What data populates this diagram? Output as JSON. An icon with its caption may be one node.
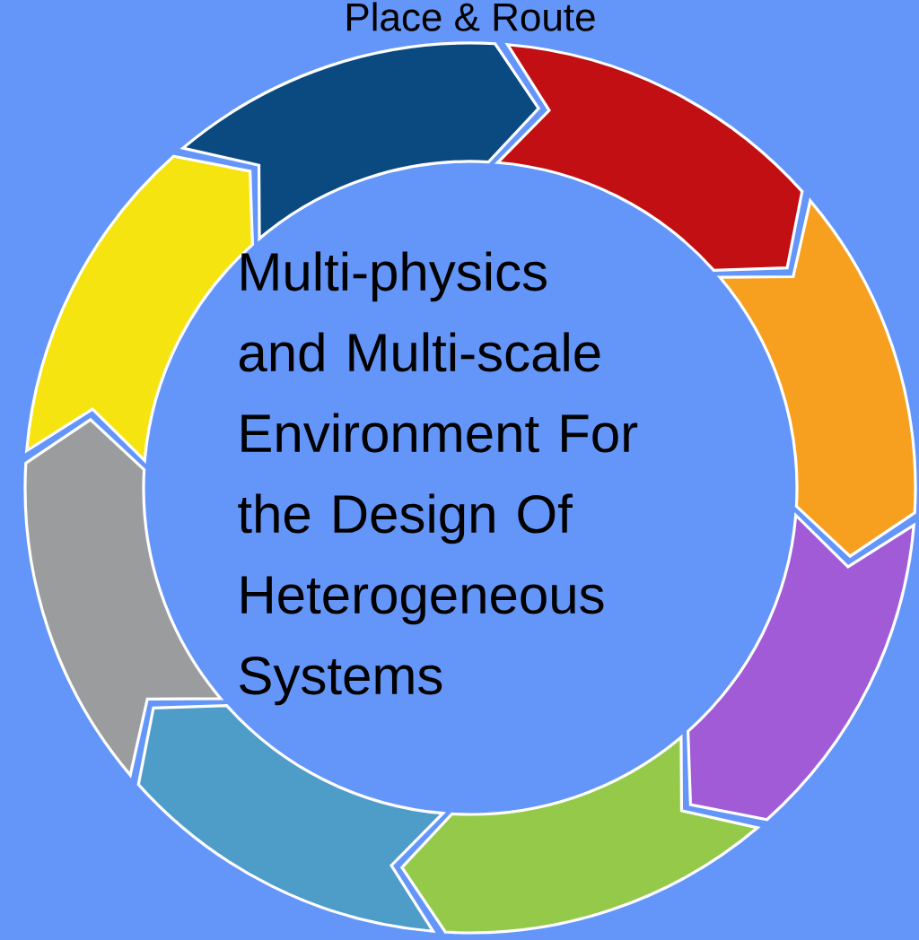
{
  "diagram": {
    "nodes": [
      {
        "text": [],
        "shape": "chevron"
      },
      {
        "text": [],
        "shape": "chevron"
      },
      {
        "text": [],
        "shape": "chevron"
      },
      {
        "text": [],
        "shape": "chevron"
      },
      {
        "text": [],
        "shape": "chevron"
      },
      {
        "text": [],
        "shape": "chevron"
      },
      {
        "text": [],
        "shape": "chevron"
      },
      {
        "text": [],
        "shape": "chevron"
      }
    ],
    "labels": [
      "Place & Route",
      "Multi-physics and Multi-scale Environment For the Design Of Heterogeneous Systems"
    ]
  }
}
